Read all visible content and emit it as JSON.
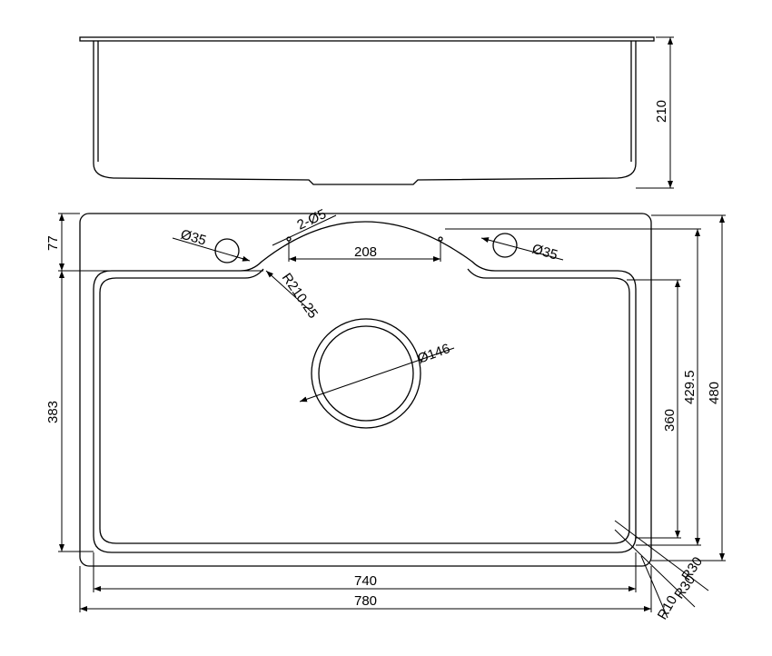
{
  "side_view": {
    "height_dim": "210"
  },
  "plan_view": {
    "dims": {
      "ledge_depth": "77",
      "left_height": "383",
      "bowl_depth": "360",
      "mid_height": "429.5",
      "overall_height": "480",
      "bowl_width": "740",
      "overall_width": "780",
      "tap_hole_left": "Ø35",
      "tap_hole_right": "Ø35",
      "small_holes": "2-Ø5",
      "hole_spacing": "208",
      "arc_radius": "R210.25",
      "drain": "Ø146",
      "corner_r1": "R30",
      "corner_r2": "R30",
      "corner_r3": "R10"
    }
  }
}
